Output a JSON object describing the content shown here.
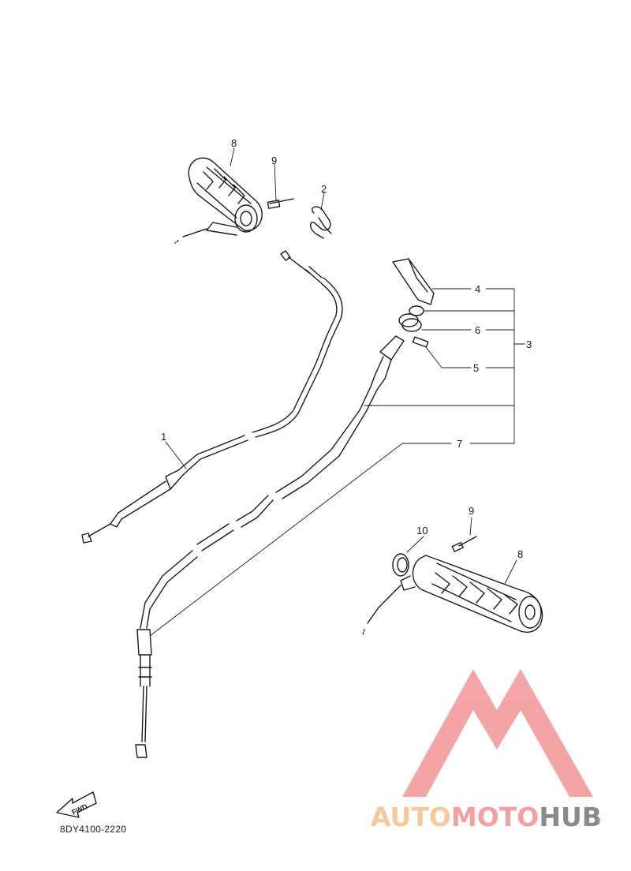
{
  "diagram": {
    "part_labels": {
      "throttle_cable": "1",
      "clip": "2",
      "throttle_housing_assy": "3",
      "cable_holder": "4",
      "screw": "5",
      "adjuster": "6",
      "choke_cable": "7",
      "grip_left": "8",
      "grip_right": "8",
      "screw_left": "9",
      "screw_right": "9",
      "collar": "10"
    },
    "fwd_arrow_text": "FWD",
    "diagram_code": "8DY4100-2220"
  },
  "watermark": {
    "brand_part1": "AUTO",
    "brand_part2": "MOTO",
    "brand_part3": "HUB",
    "color_accent": "#f4a0a0",
    "color_secondary": "#f7c89a",
    "color_gray": "#8a8a8a"
  }
}
